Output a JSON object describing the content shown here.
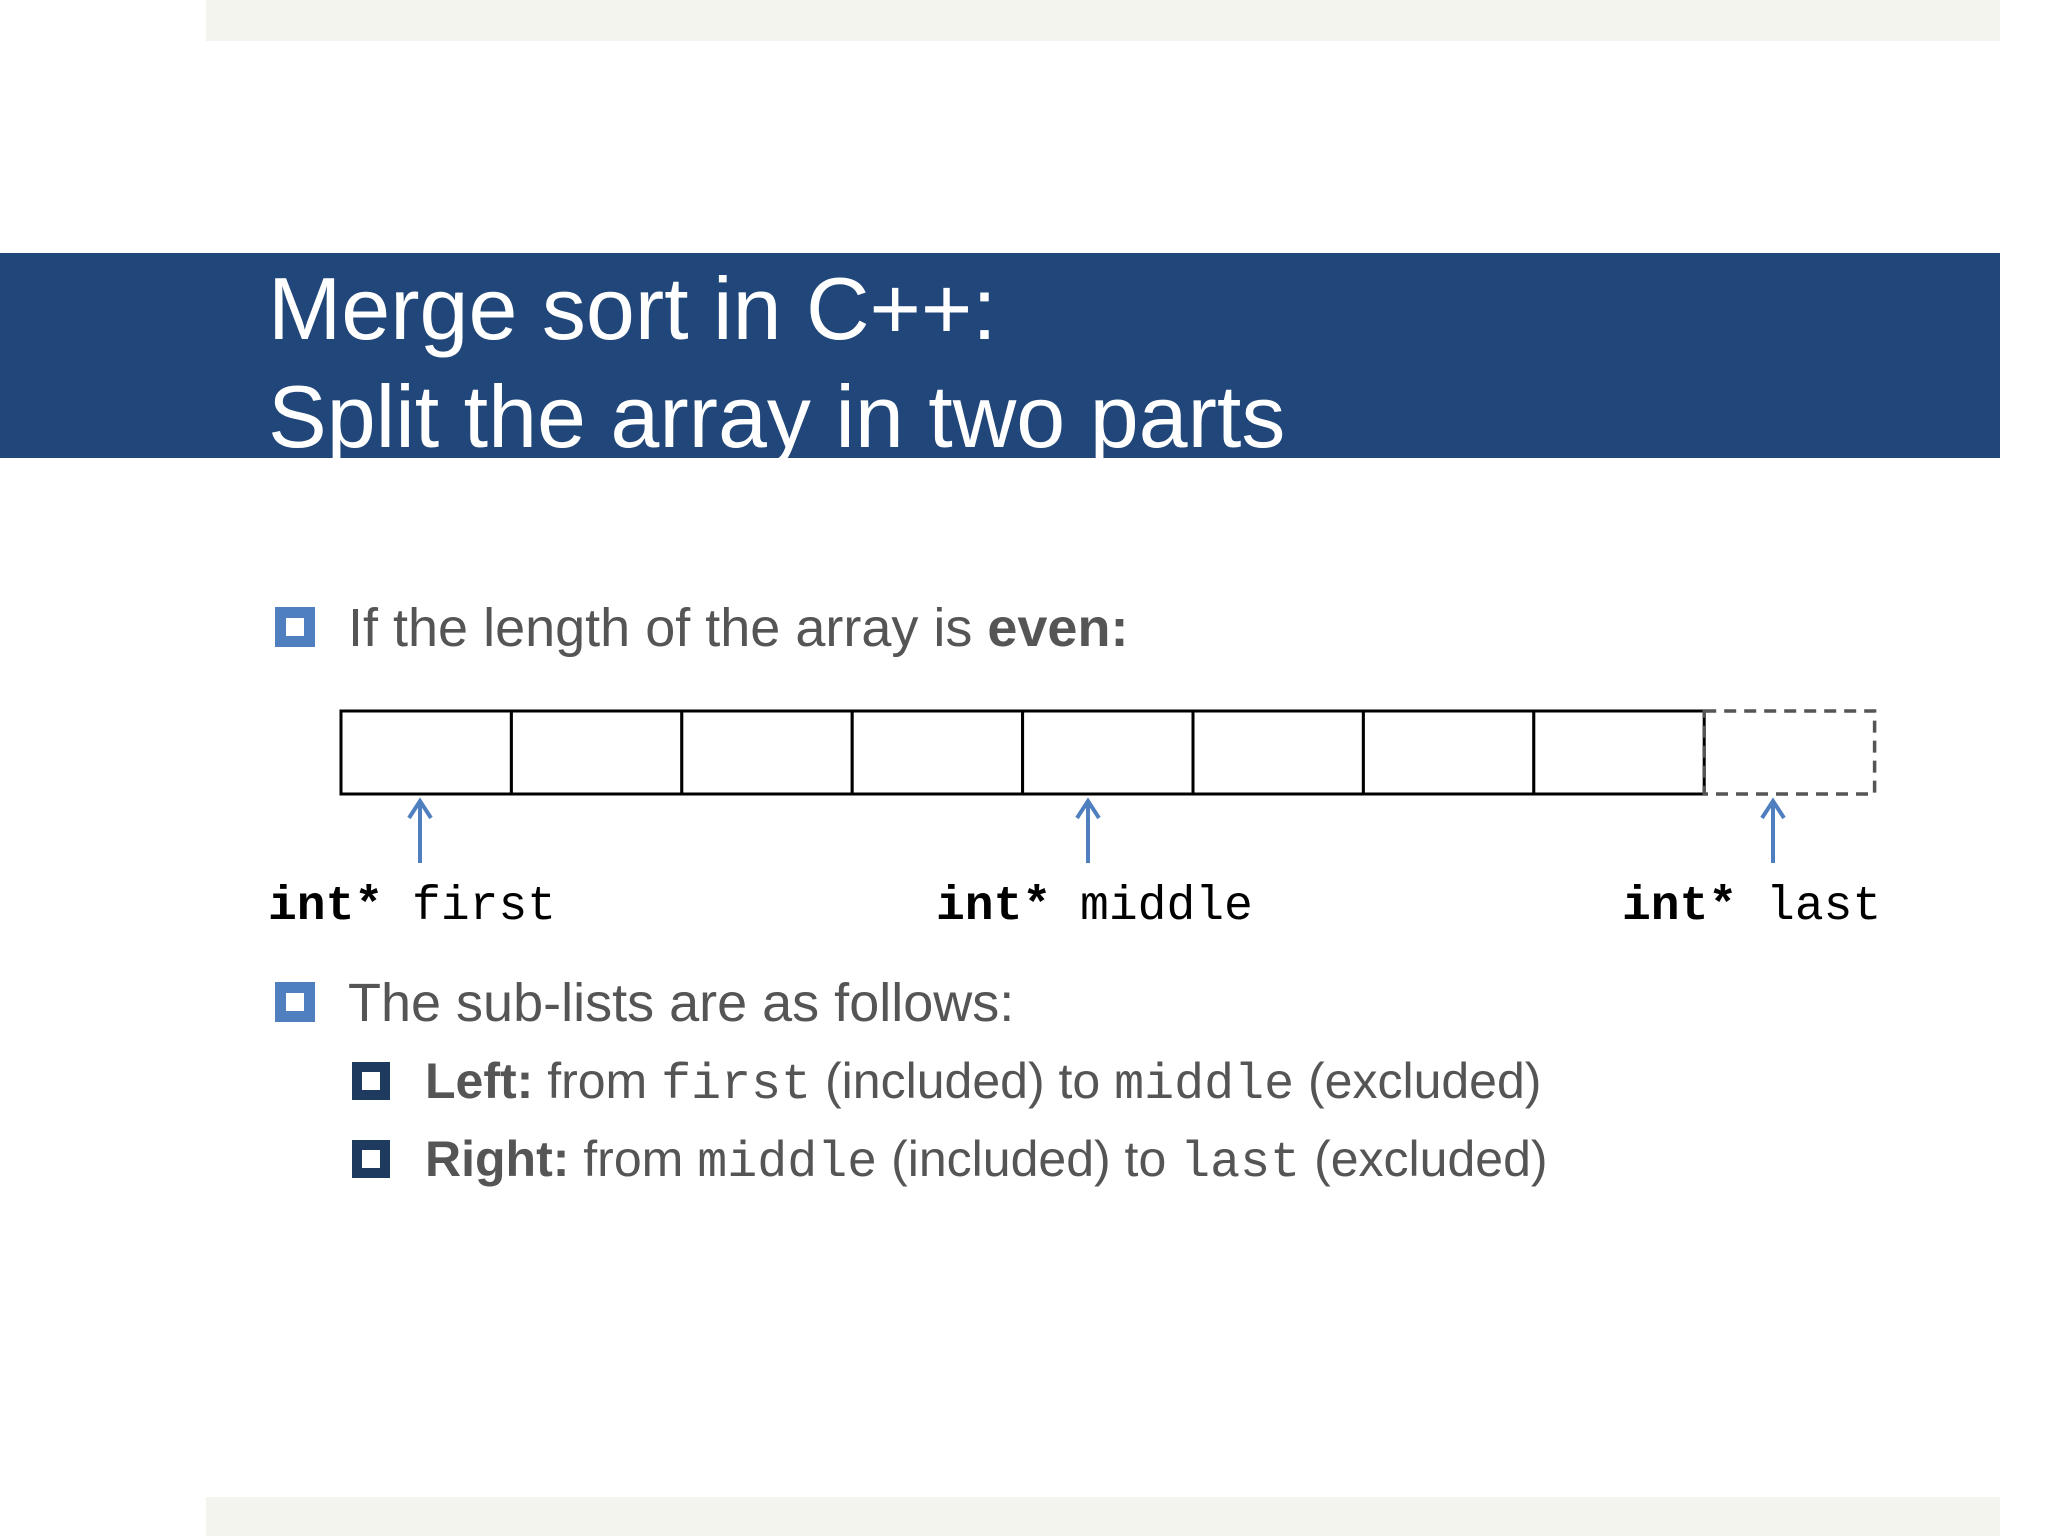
{
  "slide": {
    "title_line1": "Merge sort in C++:",
    "title_line2": "Split the array in two parts",
    "colors": {
      "title_bar": "#21477a",
      "bullet_level1": "#4f7fbf",
      "bullet_level2": "#1e3a5f",
      "arrow": "#4f7fbf",
      "body_text": "#555555"
    }
  },
  "bullet1": {
    "text": "If the length of the array is ",
    "bold": "even:"
  },
  "diagram": {
    "cell_count": 8,
    "extra_cell": "dashed",
    "pointers": [
      {
        "type": "int*",
        "name": "first",
        "points_to_cell": 0
      },
      {
        "type": "int*",
        "name": "middle",
        "points_to_cell": 4
      },
      {
        "type": "int*",
        "name": "last",
        "points_to_cell": 8
      }
    ]
  },
  "bullet2": {
    "text": "The sub-lists are as follows:"
  },
  "sub_bullets": [
    {
      "bold": "Left:",
      "from": " from ",
      "start": "first",
      "included": " (included) to ",
      "end": "middle",
      "excluded": " (excluded)"
    },
    {
      "bold": "Right:",
      "from": " from ",
      "start": "middle",
      "included": " (included) to ",
      "end": "last",
      "excluded": " (excluded)"
    }
  ]
}
